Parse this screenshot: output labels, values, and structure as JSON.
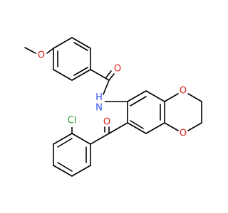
{
  "molecule": {
    "atoms": [
      {
        "id": "o_methoxy",
        "label": "O",
        "color": "#e0201a"
      },
      {
        "id": "o_amide",
        "label": "O",
        "color": "#e0201a"
      },
      {
        "id": "n_amide",
        "label": "H\nN",
        "color": "#3050f8"
      },
      {
        "id": "o_dioxane_top",
        "label": "O",
        "color": "#e0201a"
      },
      {
        "id": "o_dioxane_bottom",
        "label": "O",
        "color": "#e0201a"
      },
      {
        "id": "o_ketone",
        "label": "O",
        "color": "#e0201a"
      },
      {
        "id": "cl",
        "label": "Cl",
        "color": "#2aa12a"
      }
    ]
  }
}
